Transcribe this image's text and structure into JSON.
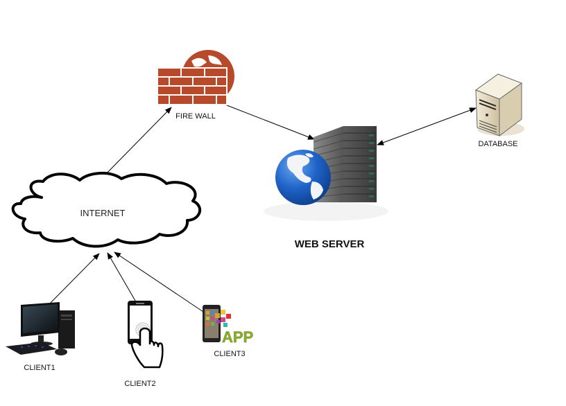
{
  "diagram": {
    "type": "network-architecture",
    "nodes": {
      "internet": {
        "label": "INTERNET",
        "shape": "cloud"
      },
      "firewall": {
        "label": "FIRE WALL",
        "icon": "brick-wall-globe-icon",
        "color": "#b84a2c"
      },
      "webserver": {
        "label": "WEB SERVER",
        "icon": "server-rack-globe-icon",
        "globe_color": "#1f63c8"
      },
      "database": {
        "label": "DATABASE",
        "icon": "database-server-tower-icon",
        "color": "#e8dcc4"
      },
      "client1": {
        "label": "CLIENT1",
        "icon": "desktop-computer-icon"
      },
      "client2": {
        "label": "CLIENT2",
        "icon": "smartphone-touch-icon"
      },
      "client3": {
        "label": "CLIENT3",
        "icon": "smartphone-app-icon",
        "app_text": "APP",
        "app_color": "#8aad2a"
      }
    },
    "edges": [
      {
        "from": "client1",
        "to": "internet",
        "direction": "forward"
      },
      {
        "from": "client2",
        "to": "internet",
        "direction": "forward"
      },
      {
        "from": "client3",
        "to": "internet",
        "direction": "forward"
      },
      {
        "from": "internet",
        "to": "firewall",
        "direction": "forward"
      },
      {
        "from": "firewall",
        "to": "webserver",
        "direction": "forward"
      },
      {
        "from": "webserver",
        "to": "database",
        "direction": "both"
      }
    ]
  }
}
